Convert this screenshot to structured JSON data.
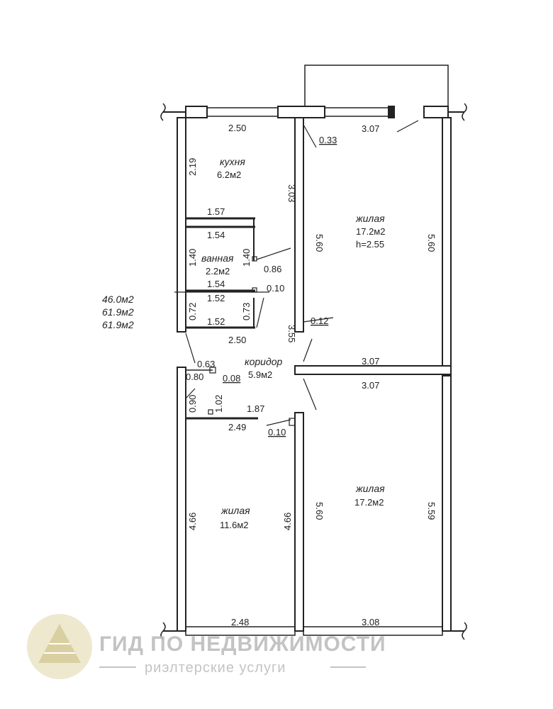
{
  "rooms": {
    "kitchen": {
      "name": "кухня",
      "area": "6.2м2"
    },
    "living_top": {
      "name": "жилая",
      "area": "17.2м2",
      "height": "h=2.55"
    },
    "bathroom": {
      "name": "ванная",
      "area": "2.2м2"
    },
    "corridor": {
      "name": "коридор",
      "area": "5.9м2"
    },
    "living_left": {
      "name": "жилая",
      "area": "11.6м2"
    },
    "living_bottom": {
      "name": "жилая",
      "area": "17.2м2"
    }
  },
  "totals": [
    "46.0м2",
    "61.9м2",
    "61.9м2"
  ],
  "dimensions": {
    "kitchen_top": "2.50",
    "kitchen_left": "2.19",
    "kitchen_right": "3.03",
    "window_033": "0.33",
    "living_top_top": "3.07",
    "living_top_left": "5.60",
    "living_top_right": "5.60",
    "bath_top_outer": "1.57",
    "bath_top_inner": "1.54",
    "bath_left": "1.40",
    "bath_right": "1.40",
    "bath_086": "0.86",
    "bath_bottom_a": "1.54",
    "bath_010": "0.10",
    "wc_top": "1.52",
    "wc_left": "0.72",
    "wc_right": "0.73",
    "wc_bottom": "1.52",
    "corr_012": "0.12",
    "corr_355": "3.55",
    "corr_250": "2.50",
    "corr_063": "0.63",
    "living_top_bottom": "3.07",
    "living_bottom_top": "3.07",
    "closet_080": "0.80",
    "closet_008": "0.08",
    "closet_090": "0.90",
    "closet_102": "1.02",
    "closet_187": "1.87",
    "living_left_top": "2.49",
    "living_left_010": "0.10",
    "living_left_left": "4.66",
    "living_left_right": "4.66",
    "living_bottom_left": "5.60",
    "living_bottom_right": "5.59",
    "living_left_bottom": "2.48",
    "living_bottom_bottom": "3.08"
  },
  "watermark": {
    "title": "ГИД ПО НЕДВИЖИМОСТИ",
    "subtitle": "риэлтерские услуги"
  },
  "colors": {
    "ink": "#222222",
    "watermark": "#bdbdbd",
    "logo": "#d8cfa6"
  }
}
